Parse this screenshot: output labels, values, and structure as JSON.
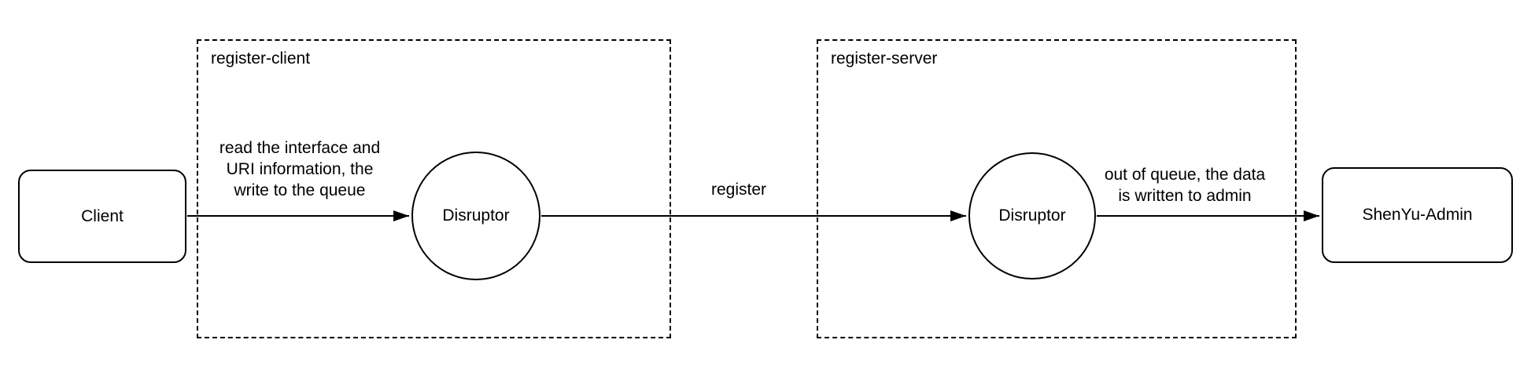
{
  "diagram": {
    "colors": {
      "stroke": "#000000",
      "text": "#000000",
      "background": "#ffffff"
    },
    "groups": {
      "register_client": {
        "label": "register-client"
      },
      "register_server": {
        "label": "register-server"
      }
    },
    "nodes": {
      "client": {
        "label": "Client",
        "shape": "rounded-rect"
      },
      "disruptor_client": {
        "label": "Disruptor",
        "shape": "circle"
      },
      "disruptor_server": {
        "label": "Disruptor",
        "shape": "circle"
      },
      "shenyu_admin": {
        "label": "ShenYu-Admin",
        "shape": "rounded-rect"
      }
    },
    "edges": {
      "client_to_disruptor": {
        "label": "read the interface and\nURI information, the\nwrite to the queue"
      },
      "disruptor_to_disruptor": {
        "label": "register"
      },
      "disruptor_to_admin": {
        "label": "out of queue, the data\nis written to admin"
      }
    }
  }
}
